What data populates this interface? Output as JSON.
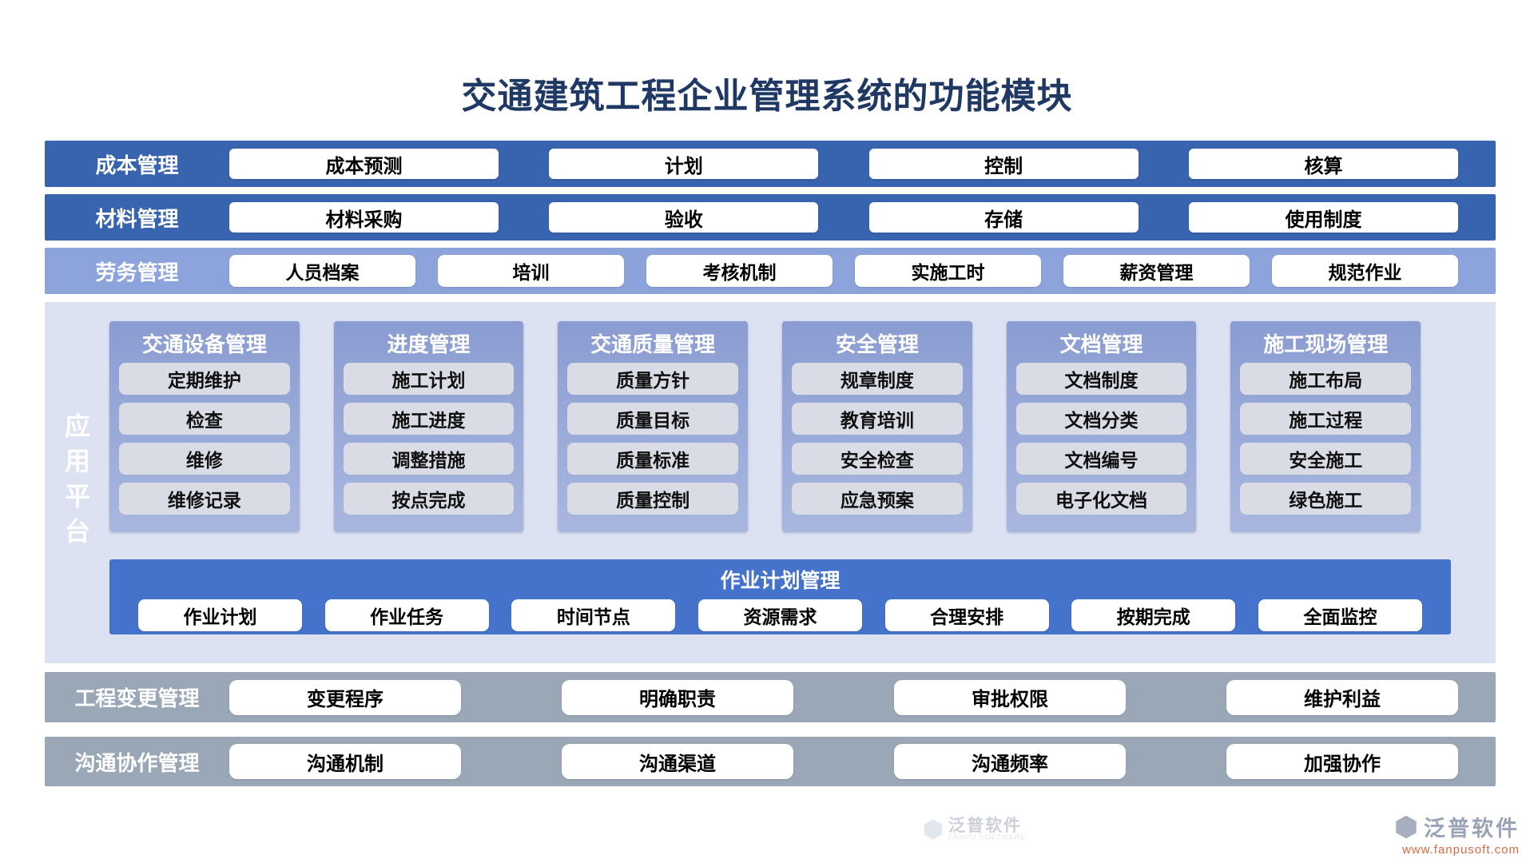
{
  "title": "交通建筑工程企业管理系统的功能模块",
  "bands": [
    {
      "label": "成本管理",
      "items": [
        "成本预测",
        "计划",
        "控制",
        "核算"
      ]
    },
    {
      "label": "材料管理",
      "items": [
        "材料采购",
        "验收",
        "存储",
        "使用制度"
      ]
    },
    {
      "label": "劳务管理",
      "items": [
        "人员档案",
        "培训",
        "考核机制",
        "实施工时",
        "薪资管理",
        "规范作业"
      ]
    }
  ],
  "platform": {
    "side_label": "应用平台",
    "columns": [
      {
        "header": "交通设备管理",
        "items": [
          "定期维护",
          "检查",
          "维修",
          "维修记录"
        ]
      },
      {
        "header": "进度管理",
        "items": [
          "施工计划",
          "施工进度",
          "调整措施",
          "按点完成"
        ]
      },
      {
        "header": "交通质量管理",
        "items": [
          "质量方针",
          "质量目标",
          "质量标准",
          "质量控制"
        ]
      },
      {
        "header": "安全管理",
        "items": [
          "规章制度",
          "教育培训",
          "安全检查",
          "应急预案"
        ]
      },
      {
        "header": "文档管理",
        "items": [
          "文档制度",
          "文档分类",
          "文档编号",
          "电子化文档"
        ]
      },
      {
        "header": "施工现场管理",
        "items": [
          "施工布局",
          "施工过程",
          "安全施工",
          "绿色施工"
        ]
      }
    ],
    "job_plan": {
      "title": "作业计划管理",
      "items": [
        "作业计划",
        "作业任务",
        "时间节点",
        "资源需求",
        "合理安排",
        "按期完成",
        "全面监控"
      ]
    }
  },
  "bottom_bands": [
    {
      "label": "工程变更管理",
      "items": [
        "变更程序",
        "明确职责",
        "审批权限",
        "维护利益"
      ]
    },
    {
      "label": "沟通协作管理",
      "items": [
        "沟通机制",
        "沟通渠道",
        "沟通频率",
        "加强协作"
      ]
    }
  ],
  "watermark": {
    "name": "泛普软件",
    "subtitle": "FANPU SOFTWARE"
  },
  "logo": {
    "name": "泛普软件",
    "url": "www.fanpusoft.com"
  },
  "colors": {
    "title_navy": "#1F3864",
    "band_blue": "#3863AE",
    "band_periwinkle": "#8CA3DB",
    "band_gray": "#9AA7B7",
    "platform_bg": "#DCE2F2",
    "panel_gradient_top": "#8A9CD1",
    "panel_gradient_bottom": "#A9B7DF",
    "panel_item_gray": "#D9DCE5",
    "jobplan_blue": "#4573CB",
    "logo_orange": "#D96A45",
    "logo_gray": "#9AA3B5"
  }
}
